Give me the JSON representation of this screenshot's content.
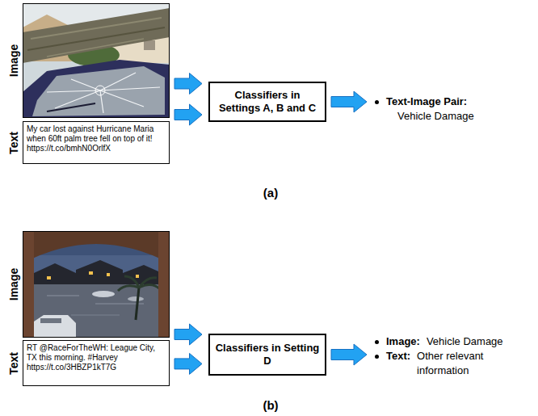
{
  "diagram": {
    "nodes": [
      {
        "text": [
          "Image"
        ]
      },
      {
        "text": [
          "Text",
          "My car lost against Hurricane Maria when 60ft palm tree fell on top of it! https://t.co/bmhN0OrlfX"
        ]
      },
      {
        "text": [
          "Classifiers in Settings A, B and C"
        ]
      },
      {
        "text": [
          "Text-Image Pair:",
          "Vehicle Damage"
        ]
      },
      {
        "text": [
          "Image"
        ]
      },
      {
        "text": [
          "Text",
          "RT @RaceForTheWH: League City, TX this morning. #Harvey https://t.co/3HBZP1kT7G"
        ]
      },
      {
        "text": [
          "Classifiers in Setting D"
        ]
      },
      {
        "text": [
          "Image:",
          "Vehicle Damage",
          "Text:",
          "Other relevant information"
        ]
      }
    ],
    "edges": [
      {
        "from": 0,
        "to": 2,
        "arrow": "to"
      },
      {
        "from": 1,
        "to": 2,
        "arrow": "to"
      },
      {
        "from": 2,
        "to": 3,
        "arrow": "to"
      },
      {
        "from": 4,
        "to": 6,
        "arrow": "to"
      },
      {
        "from": 5,
        "to": 6,
        "arrow": "to"
      },
      {
        "from": 6,
        "to": 7,
        "arrow": "to"
      }
    ],
    "labels": [
      "(a)",
      "(b)"
    ]
  }
}
